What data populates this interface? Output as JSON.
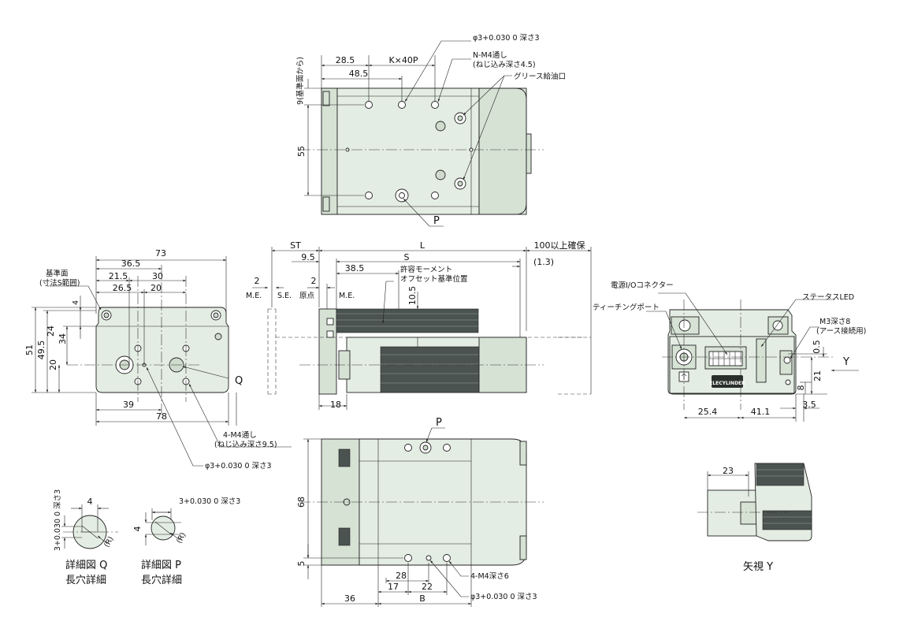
{
  "top_view": {
    "dim_9_ref": "9(基準面から)",
    "dim_28_5": "28.5",
    "dim_kx40p": "K×40P",
    "dim_48_5": "48.5",
    "dim_55": "55",
    "note_pin_hole": "φ3+0.030 0 深さ3",
    "note_nm4": "N-M4通し",
    "note_nm4_depth": "(ねじ込み深さ4.5)",
    "note_grease": "グリース給油口",
    "label_p": "P"
  },
  "end_view": {
    "dim_73": "73",
    "dim_36_5": "36.5",
    "dim_21_5": "21.5",
    "dim_30": "30",
    "dim_26_5": "26.5",
    "dim_20_top": "20",
    "note_ref_surface": "基準面",
    "note_ref_range": "(寸法S範囲)",
    "dim_4": "4",
    "dim_24": "24",
    "dim_34": "34",
    "dim_51": "51",
    "dim_49_5": "49.5",
    "dim_20_left": "20",
    "dim_39": "39",
    "dim_78": "78",
    "label_q": "Q",
    "note_4m4": "4-M4通し",
    "note_4m4_depth": "(ねじ込み深さ9.5)",
    "note_pin": "φ3+0.030 0 深さ3"
  },
  "side_view": {
    "dim_st": "ST",
    "dim_l": "L",
    "dim_100": "100以上確保",
    "dim_9_5": "9.5",
    "dim_s": "S",
    "dim_1_3": "(1.3)",
    "dim_38_5": "38.5",
    "note_moment1": "許容モーメント",
    "note_moment2": "オフセット基準位置",
    "dim_2a": "2",
    "dim_2b": "2",
    "label_me1": "M.E.",
    "label_se": "S.E.",
    "label_origin": "原点",
    "label_me2": "M.E.",
    "dim_10_5": "10.5",
    "dim_18": "18"
  },
  "rear_view": {
    "note_power": "電源I/Oコネクター",
    "note_status": "ステータスLED",
    "note_teaching": "ティーチングポート",
    "note_m3": "M3深さ8",
    "note_m3_sub": "(アース接続用)",
    "dim_0_5": "0.5",
    "dim_21": "21",
    "dim_8": "8",
    "label_y": "Y",
    "dim_25_4": "25.4",
    "dim_41_1": "41.1",
    "dim_3_5": "3.5",
    "logo_text": "ELECYLINDER"
  },
  "bottom_view": {
    "label_p": "P",
    "dim_68": "68",
    "dim_5": "5",
    "dim_28": "28",
    "dim_17": "17",
    "dim_22": "22",
    "dim_36": "36",
    "dim_b": "B",
    "note_4m4": "4-M4深さ6",
    "note_pin": "φ3+0.030 0 深さ3"
  },
  "detail_q": {
    "dim_4": "4",
    "dim_pin": "3+0.030 0 深さ3",
    "label_r": "(R)",
    "title1": "詳細図 Q",
    "title2": "長穴詳細"
  },
  "detail_p": {
    "dim_pin": "3+0.030 0 深さ3",
    "dim_4": "4",
    "label_r": "(R)",
    "title1": "詳細図 P",
    "title2": "長穴詳細"
  },
  "view_y": {
    "dim_23": "23",
    "title": "矢視 Y"
  }
}
